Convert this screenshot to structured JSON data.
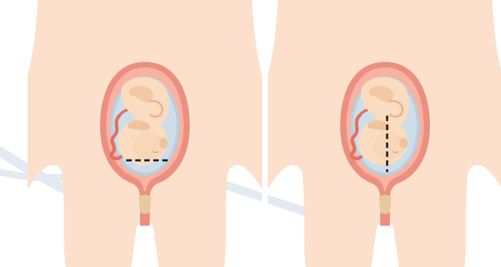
{
  "figure": {
    "panels": [
      {
        "id": "left",
        "incision": "horizontal-dashed"
      },
      {
        "id": "right",
        "incision": "vertical-dashed"
      }
    ],
    "colors": {
      "skin": "#fce0cc",
      "skin_shadow": "#f6cfb6",
      "uterus_wall": "#ec8f7e",
      "uterus_inner": "#f6b3a3",
      "amniotic_fluid": "#b8cfe0",
      "fetus": "#fadcc0",
      "fetus_shade": "#f0c3a0",
      "cord": "#e5705e",
      "cervix": "#e6c99c",
      "incision": "#1a1a1a",
      "background_stroke": "#e3eaf1"
    },
    "icons": [
      "body-torso",
      "uterus",
      "fetus",
      "umbilical-cord",
      "incision-line"
    ]
  }
}
